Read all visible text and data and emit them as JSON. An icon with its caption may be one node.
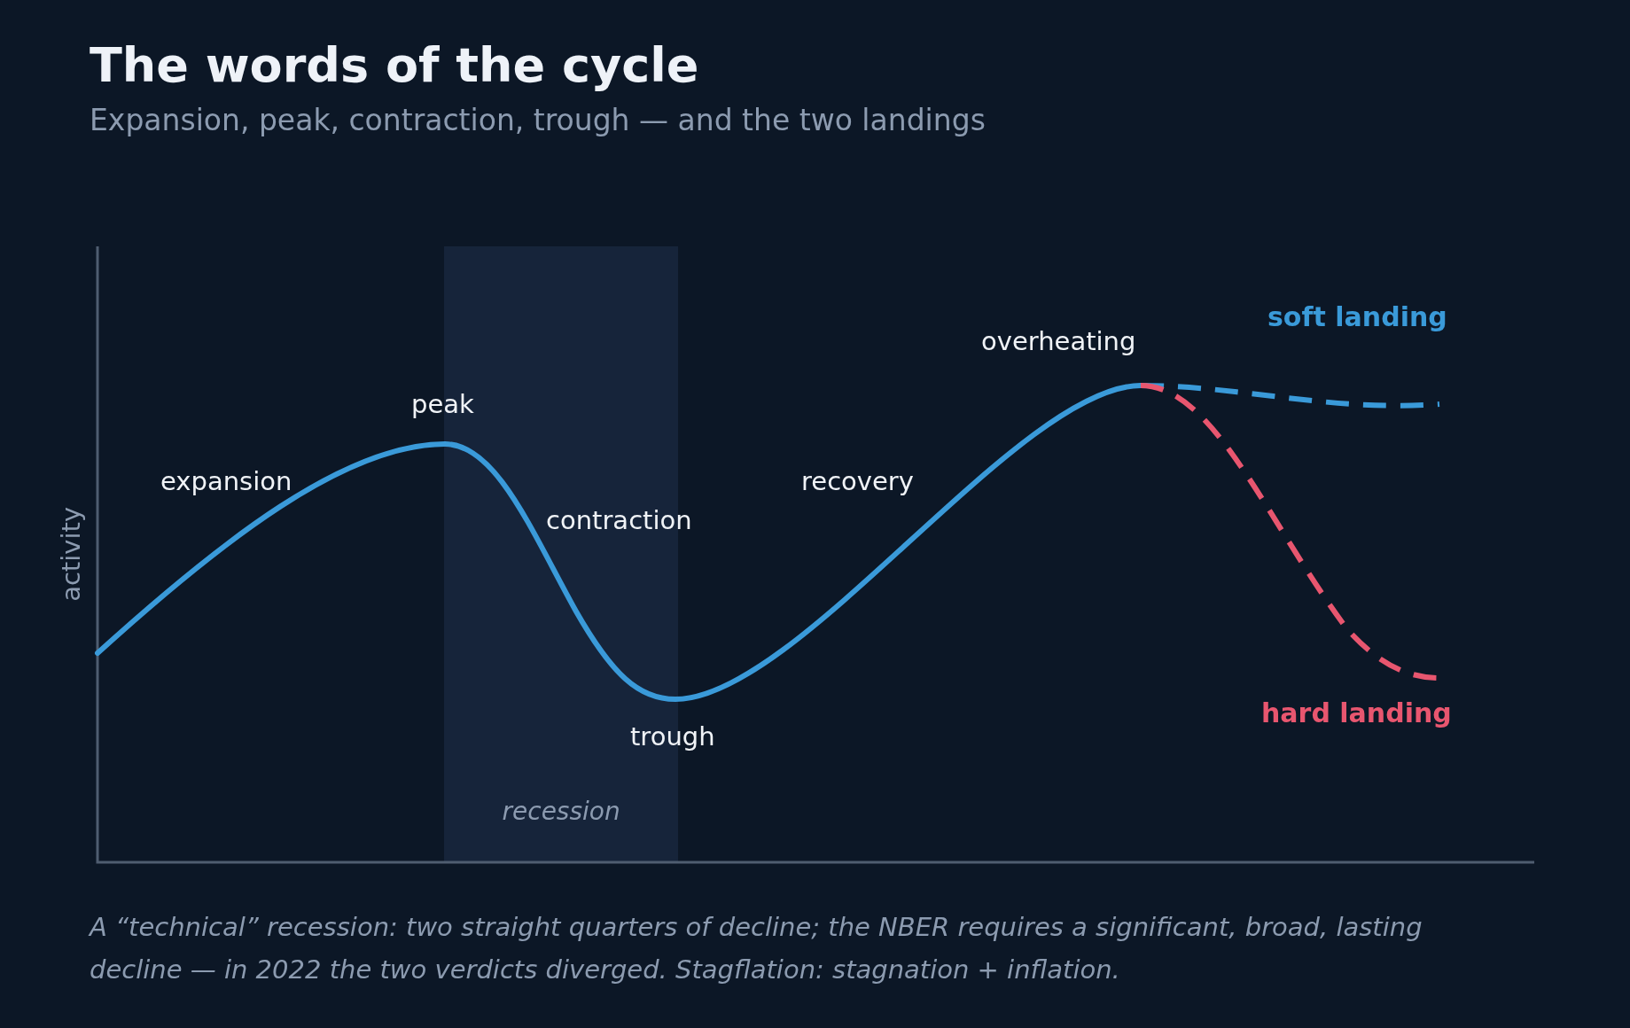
{
  "diagram": {
    "title": "The words of the cycle",
    "caption": "A “technical” recession: two straight quarters of decline; the NBER requires a significant, broad, lasting decline — in 2022 the two verdicts diverged. Stagflation: stagnation + inflation.",
    "labels": [
      "Expansion, peak, contraction, trough — and the two landings",
      "soft landing",
      "overheating",
      "peak",
      "expansion",
      "recovery",
      "activity",
      "contraction",
      "hard landing",
      "trough",
      "recession"
    ]
  }
}
